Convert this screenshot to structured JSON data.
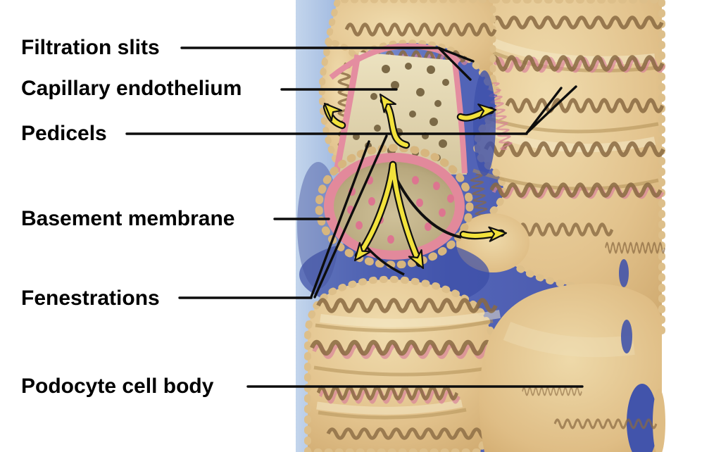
{
  "figure": {
    "type": "anatomical-diagram",
    "subject": "Glomerular filtration membrane (podocytes around a fenestrated capillary)",
    "labels": [
      {
        "id": "filtration-slits",
        "text": "Filtration slits"
      },
      {
        "id": "capillary-endothelium",
        "text": "Capillary endothelium"
      },
      {
        "id": "pedicels",
        "text": "Pedicels"
      },
      {
        "id": "basement-membrane",
        "text": "Basement membrane"
      },
      {
        "id": "fenestrations",
        "text": "Fenestrations"
      },
      {
        "id": "podocyte-cell-body",
        "text": "Podocyte cell body"
      }
    ],
    "icons": [
      {
        "name": "filtrate-flow-arrows",
        "color": "#f2e23c",
        "count": 6
      }
    ],
    "colors": {
      "page_background": "#ffffff",
      "label_text": "#000000",
      "leader_line": "#0d0d0d",
      "background_blue_light": "#b9cce8",
      "background_blue_deep": "#4e5fb3",
      "podocyte_tan": "#e3c48f",
      "podocyte_highlight": "#f4e7c3",
      "groove_brown": "#8a6a42",
      "basement_membrane_pink": "#e48da0",
      "fenestration_spot_pink": "#dd7590",
      "capillary_cream": "#e9dfbd",
      "fenestration_dot_olive": "#7b6946",
      "arrow_yellow": "#f2e23c"
    }
  }
}
